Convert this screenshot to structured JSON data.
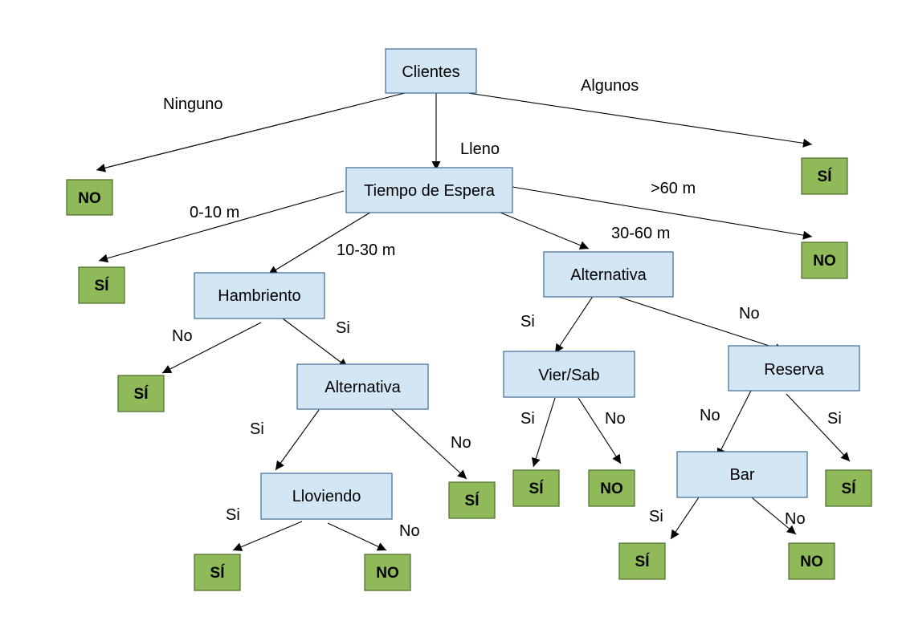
{
  "nodes": [
    {
      "id": "clientes",
      "label": "Clientes"
    },
    {
      "id": "tiempo",
      "label": "Tiempo de Espera"
    },
    {
      "id": "hambriento",
      "label": "Hambriento"
    },
    {
      "id": "alternativa-1",
      "label": "Alternativa"
    },
    {
      "id": "alternativa-2",
      "label": "Alternativa"
    },
    {
      "id": "lloviendo",
      "label": "Lloviendo"
    },
    {
      "id": "viersab",
      "label": "Vier/Sab"
    },
    {
      "id": "reserva",
      "label": "Reserva"
    },
    {
      "id": "bar",
      "label": "Bar"
    }
  ],
  "leaves": [
    {
      "id": "leaf-ninguno",
      "label": "NO"
    },
    {
      "id": "leaf-algunos",
      "label": "SÍ"
    },
    {
      "id": "leaf-0-10",
      "label": "SÍ"
    },
    {
      "id": "leaf-60",
      "label": "NO"
    },
    {
      "id": "leaf-hambriento-no",
      "label": "SÍ"
    },
    {
      "id": "leaf-alt1-no",
      "label": "SÍ"
    },
    {
      "id": "leaf-lloviendo-si",
      "label": "SÍ"
    },
    {
      "id": "leaf-lloviendo-no",
      "label": "NO"
    },
    {
      "id": "leaf-viersab-si",
      "label": "SÍ"
    },
    {
      "id": "leaf-viersab-no",
      "label": "NO"
    },
    {
      "id": "leaf-reserva-si",
      "label": "SÍ"
    },
    {
      "id": "leaf-bar-si",
      "label": "SÍ"
    },
    {
      "id": "leaf-bar-no",
      "label": "NO"
    }
  ],
  "edges": [
    {
      "from": "clientes",
      "to": "leaf-ninguno",
      "label": "Ninguno"
    },
    {
      "from": "clientes",
      "to": "tiempo",
      "label": "Lleno"
    },
    {
      "from": "clientes",
      "to": "leaf-algunos",
      "label": "Algunos"
    },
    {
      "from": "tiempo",
      "to": "leaf-0-10",
      "label": "0-10 m"
    },
    {
      "from": "tiempo",
      "to": "hambriento",
      "label": "10-30 m"
    },
    {
      "from": "tiempo",
      "to": "alternativa-2",
      "label": "30-60 m"
    },
    {
      "from": "tiempo",
      "to": "leaf-60",
      "label": ">60 m"
    },
    {
      "from": "hambriento",
      "to": "leaf-hambriento-no",
      "label": "No"
    },
    {
      "from": "hambriento",
      "to": "alternativa-1",
      "label": "Si"
    },
    {
      "from": "alternativa-1",
      "to": "lloviendo",
      "label": "Si"
    },
    {
      "from": "alternativa-1",
      "to": "leaf-alt1-no",
      "label": "No"
    },
    {
      "from": "lloviendo",
      "to": "leaf-lloviendo-si",
      "label": "Si"
    },
    {
      "from": "lloviendo",
      "to": "leaf-lloviendo-no",
      "label": "No"
    },
    {
      "from": "alternativa-2",
      "to": "viersab",
      "label": "Si"
    },
    {
      "from": "alternativa-2",
      "to": "reserva",
      "label": "No"
    },
    {
      "from": "viersab",
      "to": "leaf-viersab-si",
      "label": "Si"
    },
    {
      "from": "viersab",
      "to": "leaf-viersab-no",
      "label": "No"
    },
    {
      "from": "reserva",
      "to": "bar",
      "label": "No"
    },
    {
      "from": "reserva",
      "to": "leaf-reserva-si",
      "label": "Si"
    },
    {
      "from": "bar",
      "to": "leaf-bar-si",
      "label": "Si"
    },
    {
      "from": "bar",
      "to": "leaf-bar-no",
      "label": "No"
    }
  ]
}
